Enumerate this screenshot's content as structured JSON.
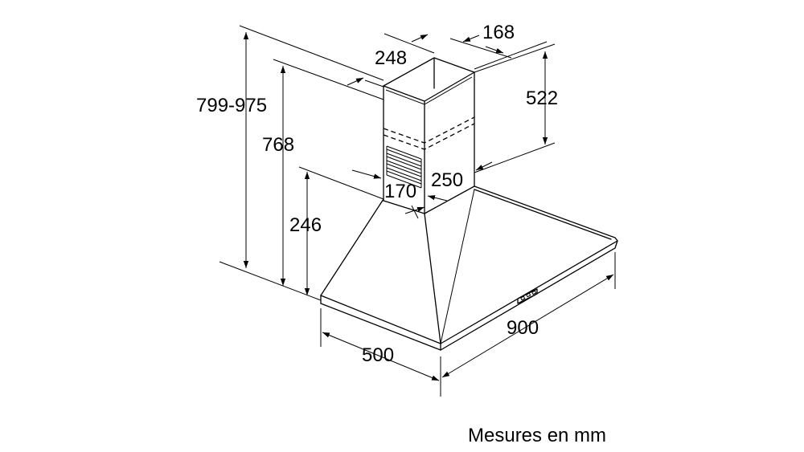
{
  "diagram": {
    "dimensions": {
      "total_height_range": "799-975",
      "height_768": "768",
      "canopy_height": "246",
      "chimney_height": "522",
      "chimney_depth": "248",
      "chimney_width": "168",
      "duct_depth": "170",
      "duct_width": "250",
      "canopy_depth": "500",
      "canopy_width": "900"
    },
    "caption": "Mesures en mm"
  }
}
